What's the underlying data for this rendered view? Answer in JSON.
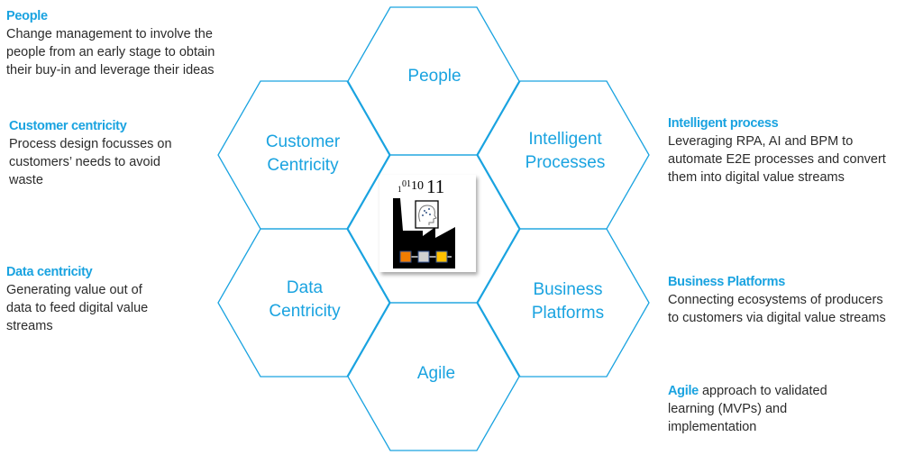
{
  "colors": {
    "accent": "#1aa3e0",
    "text": "#2b2b2b"
  },
  "hexagons": {
    "people": "People",
    "customer": [
      "Customer",
      "Centricity"
    ],
    "intelligent": [
      "Intelligent",
      "Processes"
    ],
    "data": [
      "Data",
      "Centricity"
    ],
    "business": [
      "Business",
      "Platforms"
    ],
    "agile": "Agile",
    "center_icon": "factory-digital-brain-icon",
    "center_binary": "1011011"
  },
  "descriptions": {
    "people": {
      "title": "People",
      "lines": [
        "Change management to involve the",
        "people from an early stage to obtain",
        "their buy-in and leverage their ideas"
      ]
    },
    "customer": {
      "title": "Customer centricity",
      "lines": [
        "Process design focusses on",
        "customers’ needs to avoid",
        "waste"
      ]
    },
    "data": {
      "title": "Data centricity",
      "lines": [
        "Generating value out of",
        "data to feed digital value",
        "streams"
      ]
    },
    "intelligent": {
      "title": "Intelligent process",
      "lines": [
        "Leveraging RPA, AI and BPM to",
        "automate E2E processes and convert",
        "them into digital value streams"
      ]
    },
    "business": {
      "title": "Business Platforms",
      "lines": [
        "Connecting ecosystems of producers",
        "to customers via digital value streams"
      ]
    },
    "agile": {
      "title": "Agile",
      "first_line_rest": " approach to validated",
      "lines": [
        "learning (MVPs) and",
        "implementation"
      ]
    }
  }
}
